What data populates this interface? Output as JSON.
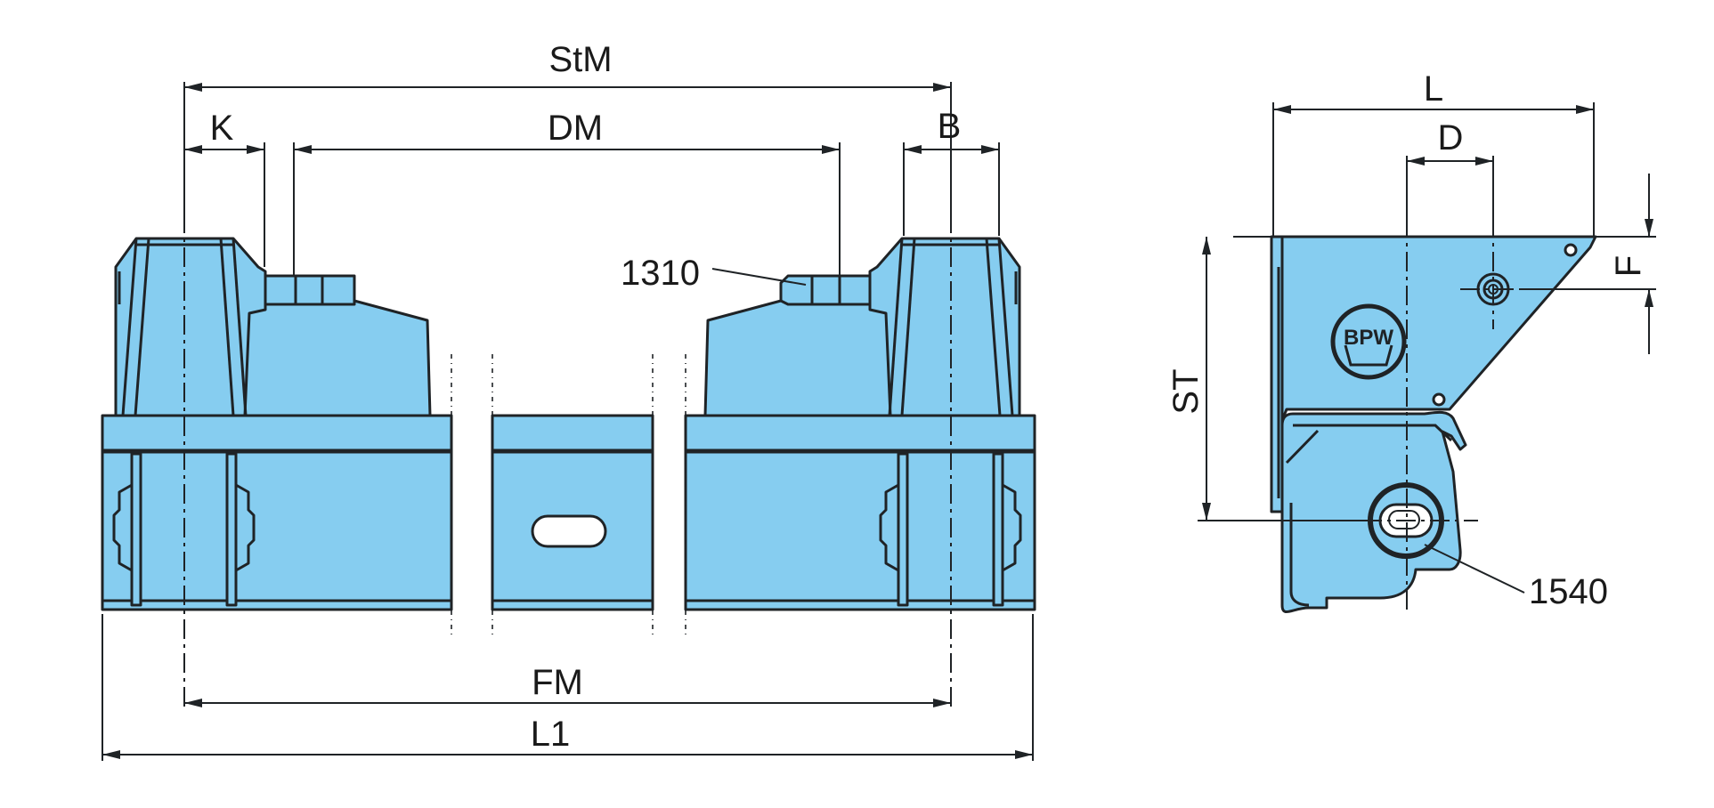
{
  "drawing": {
    "dimensions": {
      "stm": "StM",
      "dm": "DM",
      "k": "K",
      "b": "B",
      "fm": "FM",
      "l1": "L1",
      "l": "L",
      "d": "D",
      "f": "F",
      "st": "ST"
    },
    "callouts": {
      "bearing_pin": "1310",
      "bushing": "1540"
    },
    "colors": {
      "part_fill": "#86cdf0",
      "line": "#1f2326"
    },
    "logo_text": "BPW"
  }
}
